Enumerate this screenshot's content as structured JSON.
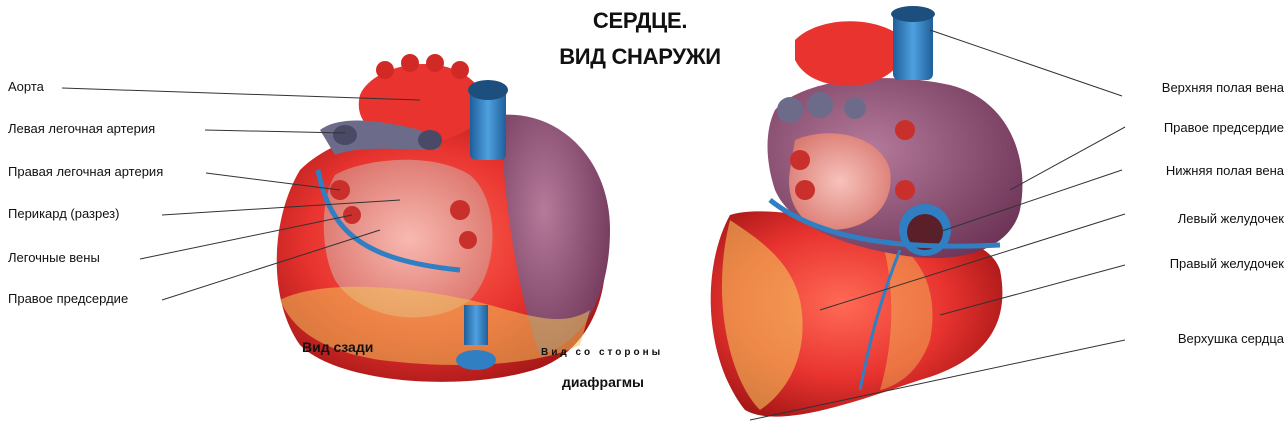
{
  "title": {
    "line1": "СЕРДЦЕ.",
    "line2": "ВИД СНАРУЖИ"
  },
  "left_labels": [
    "Аорта",
    "Левая легочная артерия",
    "Правая легочная артерия",
    "Перикард (разрез)",
    "Легочные вены",
    "Правое предсердие"
  ],
  "right_labels": [
    "Верхняя полая вена",
    "Правое предсердие",
    "Нижняя полая вена",
    "Левый желудочек",
    "Правый желудочек",
    "Верхушка сердца"
  ],
  "captions": {
    "back_view": "Вид сзади",
    "diaphragm_view_line1": "Вид со стороны",
    "diaphragm_view_line2": "диафрагмы"
  },
  "colors": {
    "heart_red": "#e8332f",
    "heart_dark": "#b81f1f",
    "vein_blue": "#2f7fc2",
    "purple_tissue": "#8a4a78",
    "fat_yellow": "#f2c25a",
    "pink_tissue": "#f0a9a4"
  }
}
